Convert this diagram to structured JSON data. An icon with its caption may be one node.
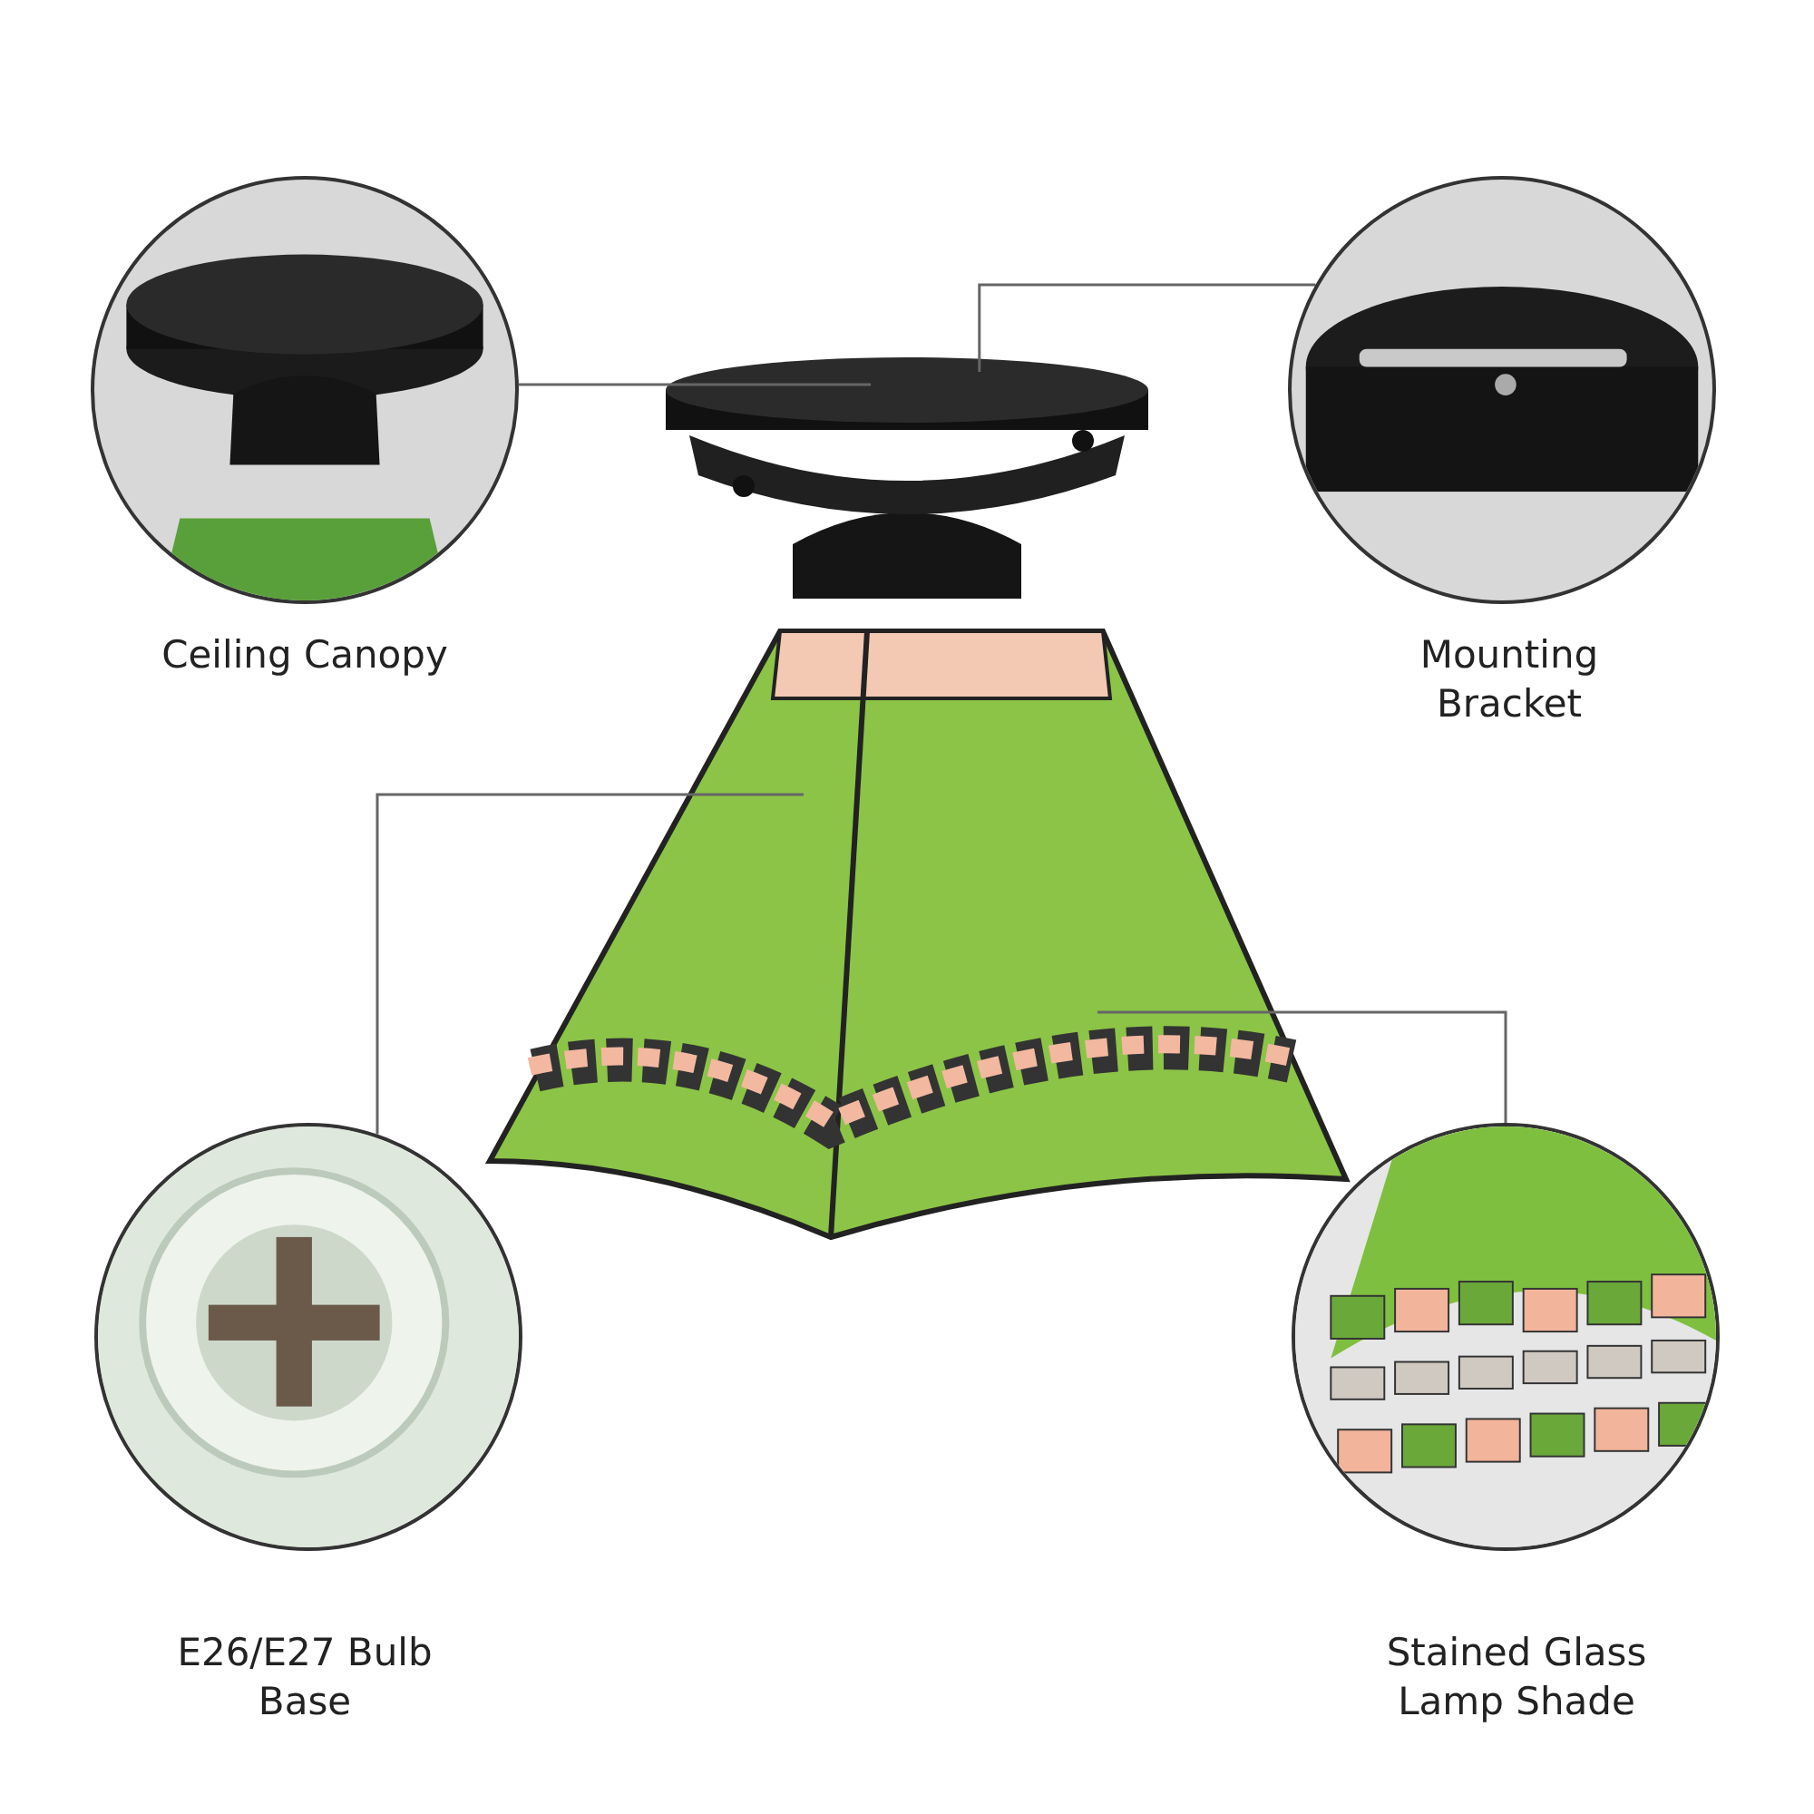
{
  "diagram": {
    "nodes": [
      {
        "text": [],
        "shape": "picture",
        "beside": [
          "Ceiling Canopy"
        ]
      },
      {
        "text": [],
        "shape": "picture",
        "beside": [
          "Mounting Bracket"
        ]
      },
      {
        "text": [],
        "shape": "picture",
        "beside": [
          "E26/E27 Bulb Base"
        ]
      },
      {
        "text": [],
        "shape": "picture",
        "beside": [
          "Stained Glass Lamp Shade"
        ]
      },
      {
        "text": [],
        "shape": "picture"
      },
      {
        "text": [],
        "shape": "picture"
      }
    ],
    "edges": [
      {
        "from": 0,
        "to": 4,
        "arrow": "none"
      },
      {
        "from": 1,
        "to": 4,
        "arrow": "none"
      },
      {
        "from": 2,
        "to": 5,
        "arrow": "none"
      },
      {
        "from": 3,
        "to": 5,
        "arrow": "none"
      }
    ]
  }
}
